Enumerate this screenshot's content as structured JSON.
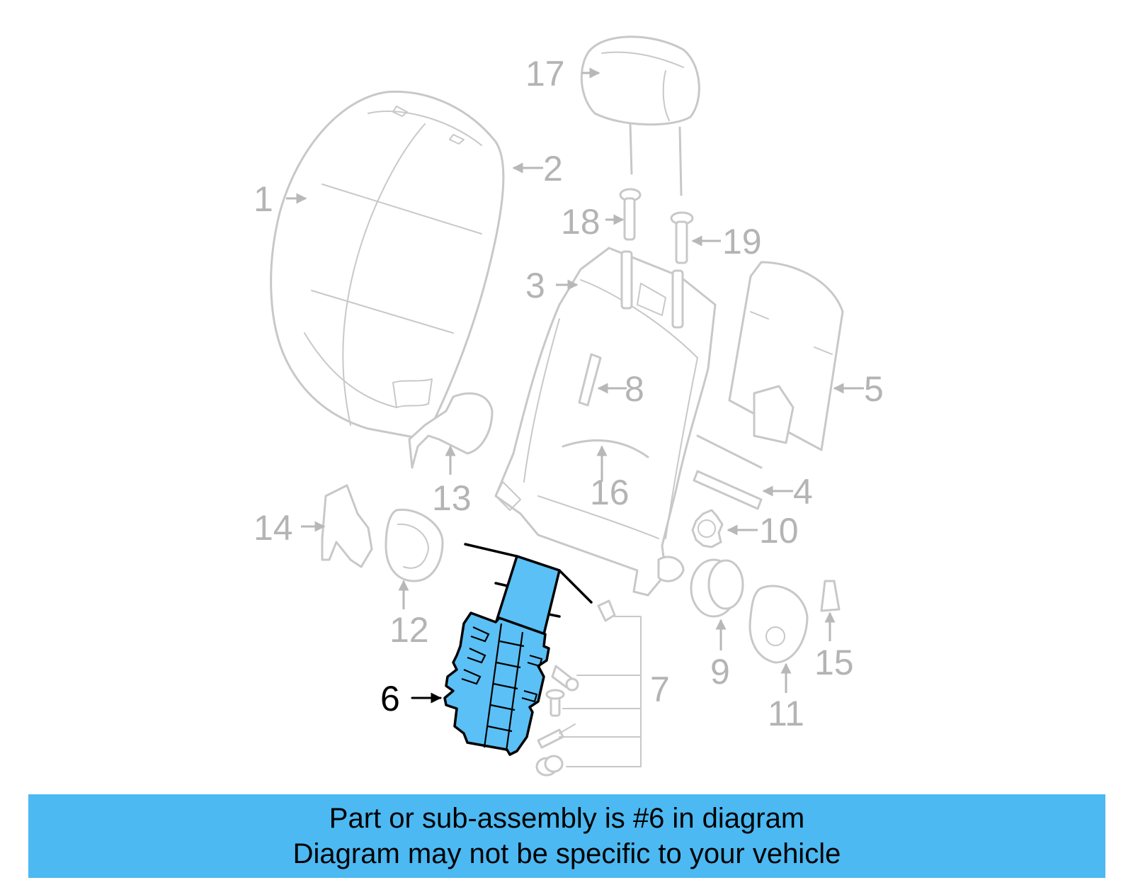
{
  "colors": {
    "highlight": "#5bc0f5",
    "banner": "#4cb9f2",
    "ghost": "#c8c8c8",
    "label": "#b4b4b4"
  },
  "callouts": {
    "c1": "1",
    "c2": "2",
    "c3": "3",
    "c4": "4",
    "c5": "5",
    "c6": "6",
    "c7": "7",
    "c8": "8",
    "c9": "9",
    "c10": "10",
    "c11": "11",
    "c12": "12",
    "c13": "13",
    "c14": "14",
    "c15": "15",
    "c16": "16",
    "c17": "17",
    "c18": "18",
    "c19": "19"
  },
  "highlighted_part": "6",
  "banner": {
    "line1": "Part or sub-assembly is #6 in diagram",
    "line2": "Diagram may not be specific to your vehicle"
  }
}
